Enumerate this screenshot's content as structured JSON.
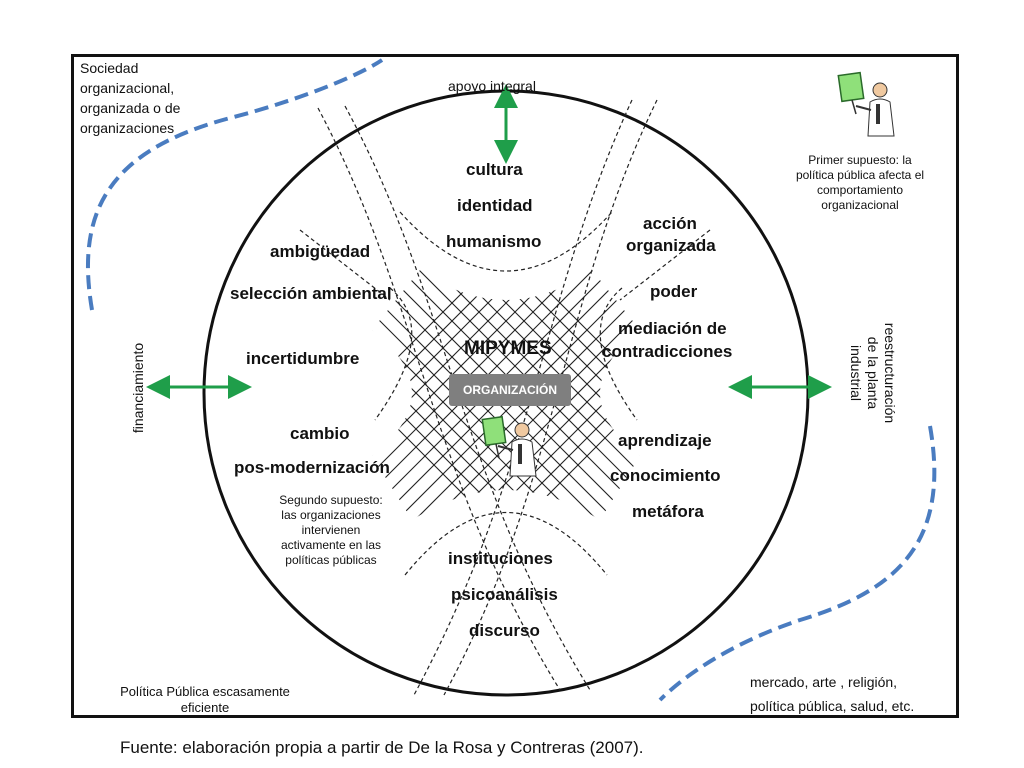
{
  "center": {
    "title": "MIPYMES",
    "badge": "ORGANIZACIÓN"
  },
  "top": {
    "arrow_label": "apoyo integral",
    "lines": [
      "cultura",
      "identidad",
      "humanismo"
    ]
  },
  "upper_left": {
    "lines": [
      "ambigüedad",
      "selección ambiental",
      "incertidumbre"
    ]
  },
  "upper_right": {
    "lines": [
      "acción",
      "organizada",
      "poder",
      "mediación de",
      "contradicciones"
    ]
  },
  "lower_left": {
    "lines": [
      "cambio",
      "pos-modernización"
    ]
  },
  "lower_right": {
    "lines": [
      "aprendizaje",
      "conocimiento",
      "metáfora"
    ]
  },
  "bottom": {
    "lines": [
      "instituciones",
      "psicoanálisis",
      "discurso"
    ]
  },
  "left_arrow_label": "financiamiento",
  "right_arrow_label": [
    "reestructuración",
    "de la planta",
    "industrial"
  ],
  "notes": {
    "society": [
      "Sociedad",
      "organizacional,",
      "organizada o de",
      "organizaciones"
    ],
    "first_assumption": [
      "Primer supuesto: la",
      "política pública afecta el",
      "comportamiento",
      "organizacional"
    ],
    "second_assumption": [
      "Segundo supuesto:",
      "las organizaciones",
      "intervienen",
      "activamente en las",
      "políticas públicas"
    ],
    "policy": [
      "Política Pública  escasamente",
      "eficiente"
    ],
    "market": [
      "mercado, arte , religión,",
      "política pública, salud, etc."
    ]
  },
  "source": "Fuente: elaboración propia a partir de De la Rosa y Contreras (2007).",
  "colors": {
    "arrow": "#1f9e4a",
    "dashed_curve": "#4a7cc0",
    "badge": "#7f7f7f",
    "presenter_board": "#8fe07a"
  },
  "icons": [
    "presenter-icon",
    "presenter-icon"
  ]
}
